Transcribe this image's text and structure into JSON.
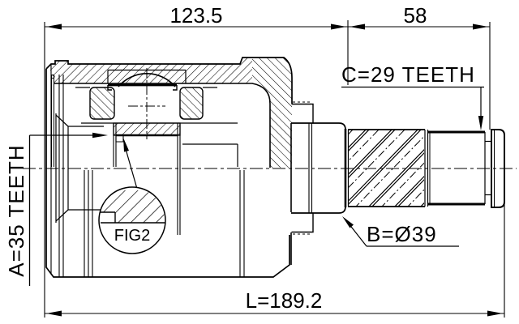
{
  "drawing": {
    "dimensions": {
      "housing_width": "123.5",
      "shaft_width": "58",
      "overall_length": "L=189.2"
    },
    "callouts": {
      "inner_spline": "A=35 TEETH",
      "shaft_diameter": "B=Ø39",
      "outer_spline": "C=29 TEETH",
      "detail_reference": "FIG2"
    },
    "colors": {
      "line": "#000000",
      "background": "#ffffff"
    }
  }
}
